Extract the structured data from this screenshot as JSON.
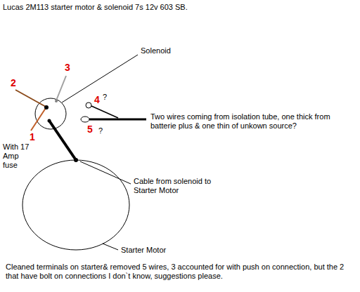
{
  "diagram": {
    "title": "Lucas 2M113  starter motor & solenoid 7s 12v 603 SB.",
    "caption": "Cleaned terminals on starter& removed 5 wires, 3 accounted for with push on connection, but the 2 that have bolt on connections I don`t know, suggestions please.",
    "labels": [
      "Solenoid",
      "2",
      "3",
      "1",
      "With 17 Amp fuse",
      "4",
      "?",
      "5",
      "?",
      "Two wires coming from isolation tube, one thick from batterie plus & one thin of unkown source?",
      "Cable from solenoid to Starter Motor",
      "Starter Motor"
    ]
  }
}
